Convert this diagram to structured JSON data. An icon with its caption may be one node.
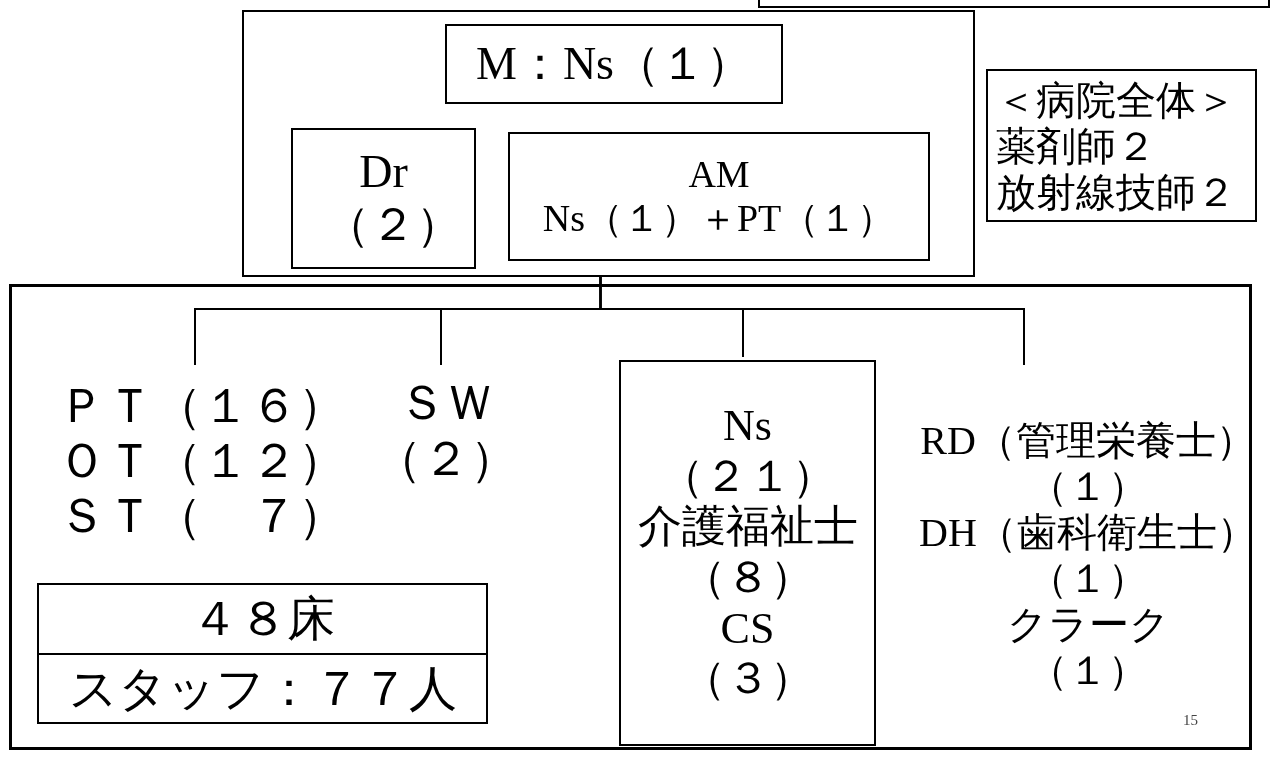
{
  "diagram": {
    "nodes": [
      {
        "text": [],
        "shape": "box"
      },
      {
        "text": [
          "M：Ns（１）"
        ],
        "in": 0
      },
      {
        "text": [
          "Dr （２）"
        ],
        "in": 0
      },
      {
        "text": [
          "AM",
          "Ns（１）＋PT（１）"
        ],
        "in": 0
      },
      {
        "text": [
          "＜病院全体＞",
          "薬剤師２",
          "放射線技師２"
        ]
      },
      {
        "text": [],
        "shape": "box"
      },
      {
        "text": [
          "ＰＴ（１６）",
          "ＯＴ（１２）",
          "ＳＴ（　７）"
        ],
        "in": 5
      },
      {
        "text": [
          "ＳＷ",
          "（２）"
        ],
        "in": 5
      },
      {
        "text": [
          "４８床",
          "スタッフ：７７人"
        ],
        "in": 5
      },
      {
        "text": [
          "Ns",
          "（２１）",
          "介護福祉士",
          "（８）",
          "CS",
          "（３）"
        ],
        "in": 5
      },
      {
        "text": [
          "RD（管理栄養士）",
          "（１）",
          "DH（歯科衛生士）",
          "（１）",
          "クラーク",
          "（１）"
        ],
        "in": 5
      }
    ],
    "edges": [
      {
        "from": 0,
        "to": 6,
        "arrow": "none"
      },
      {
        "from": 0,
        "to": 7,
        "arrow": "none"
      },
      {
        "from": 0,
        "to": 9,
        "arrow": "none"
      },
      {
        "from": 0,
        "to": 10,
        "arrow": "none"
      }
    ],
    "labels": [
      "15"
    ]
  }
}
